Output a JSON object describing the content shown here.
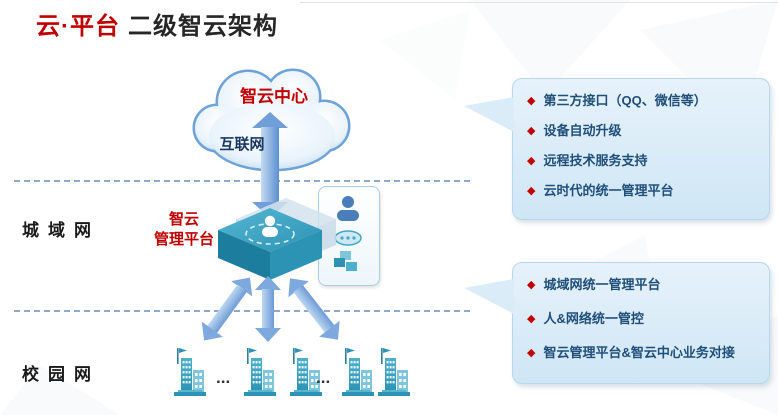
{
  "title": {
    "brand": "云·平台",
    "rest": "二级智云架构"
  },
  "icons": {
    "bullet": "◆"
  },
  "diagram": {
    "cloud": {
      "title": "智云中心",
      "label": "互联网"
    },
    "platform": {
      "line1": "智云",
      "line2": "管理平台"
    },
    "zones": {
      "metro": "城域网",
      "campus": "校园网"
    },
    "ellipsis": "..."
  },
  "callouts": [
    {
      "items": [
        "第三方接口（QQ、微信等）",
        "设备自动升级",
        "远程技术服务支持",
        "云时代的统一管理平台"
      ]
    },
    {
      "items": [
        "城域网统一管理平台",
        "人&网络统一管控",
        "智云管理平台&智云中心业务对接"
      ]
    }
  ],
  "colors": {
    "accent_red": "#c00000",
    "text_navy": "#1f4e79",
    "arrow_blue": "#7da9de",
    "teal": "#2c93b4",
    "callout_bg": "#d9ecf8"
  }
}
